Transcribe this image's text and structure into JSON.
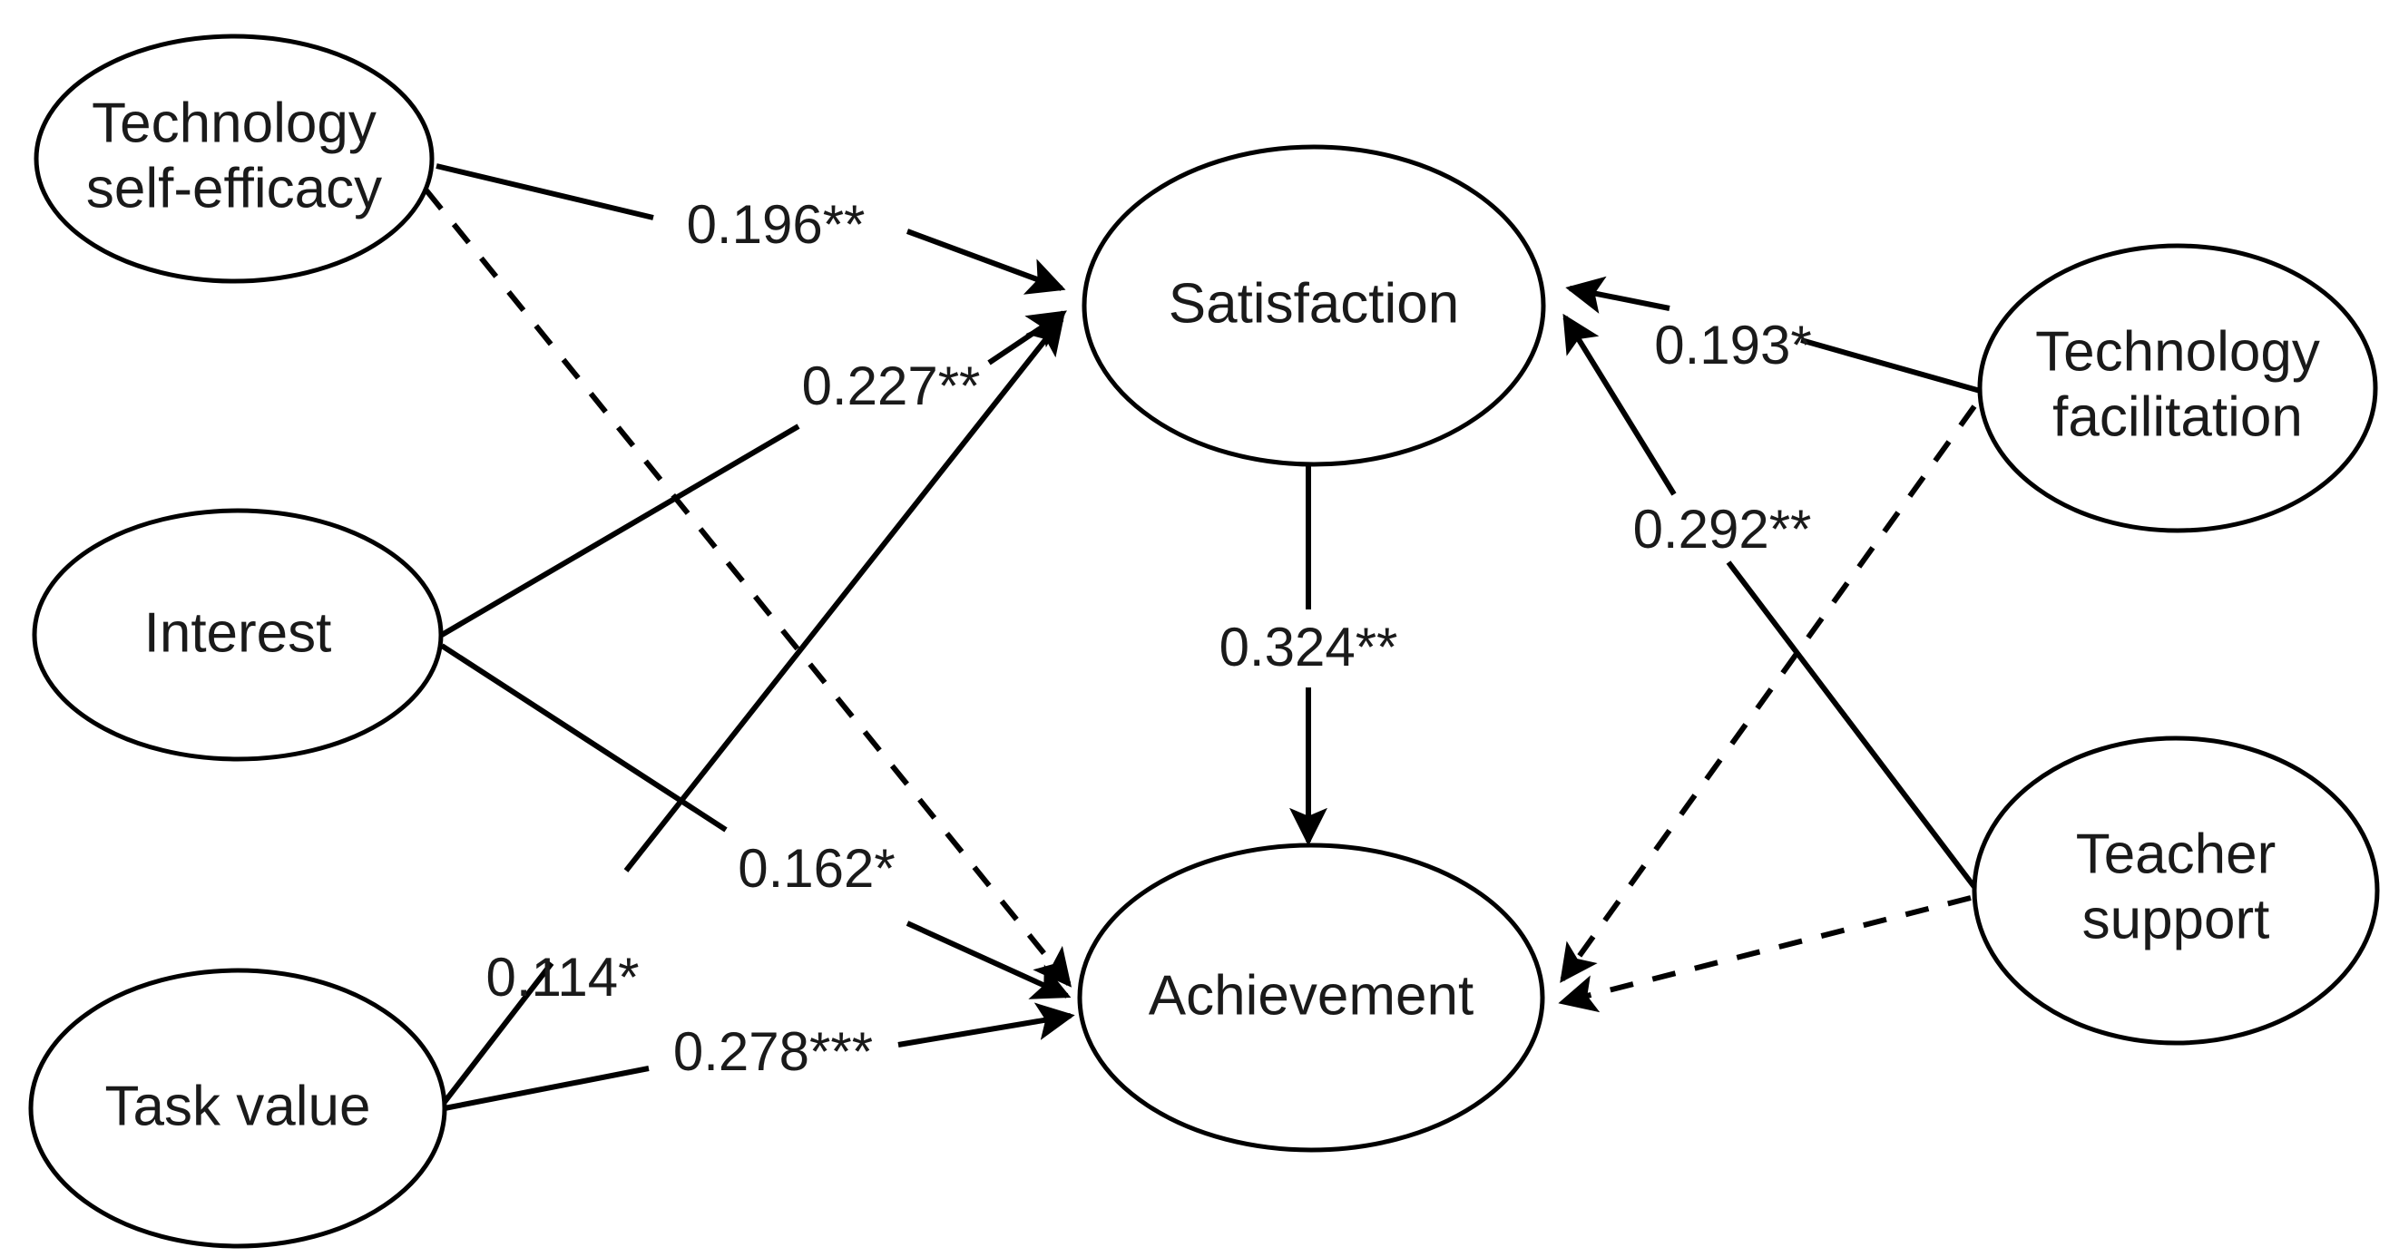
{
  "diagram": {
    "type": "structural-equation-model-path-diagram",
    "background_color": "#ffffff",
    "line_color": "#000000",
    "text_color": "#1a1a1a"
  },
  "nodes": {
    "technology_self_efficacy": {
      "line1": "Technology",
      "line2": "self-efficacy"
    },
    "interest": {
      "line1": "Interest"
    },
    "task_value": {
      "line1": "Task value"
    },
    "satisfaction": {
      "line1": "Satisfaction"
    },
    "achievement": {
      "line1": "Achievement"
    },
    "technology_facilitation": {
      "line1": "Technology",
      "line2": "facilitation"
    },
    "teacher_support": {
      "line1": "Teacher",
      "line2": "support"
    }
  },
  "edges": {
    "tse_satisfaction": {
      "label": "0.196**",
      "from": "Technology self-efficacy",
      "to": "Satisfaction",
      "style": "solid",
      "coefficient": 0.196,
      "significance": "**"
    },
    "tse_achievement": {
      "label": "",
      "from": "Technology self-efficacy",
      "to": "Achievement",
      "style": "dashed",
      "coefficient": null,
      "significance": ""
    },
    "interest_satisfaction": {
      "label": "0.227**",
      "from": "Interest",
      "to": "Satisfaction",
      "style": "solid",
      "coefficient": 0.227,
      "significance": "**"
    },
    "interest_achievement": {
      "label": "0.162*",
      "from": "Interest",
      "to": "Achievement",
      "style": "solid",
      "coefficient": 0.162,
      "significance": "*"
    },
    "taskvalue_satisfaction": {
      "label": "0.114*",
      "from": "Task value",
      "to": "Satisfaction",
      "style": "solid",
      "coefficient": 0.114,
      "significance": "*"
    },
    "taskvalue_achievement": {
      "label": "0.278***",
      "from": "Task value",
      "to": "Achievement",
      "style": "solid",
      "coefficient": 0.278,
      "significance": "***"
    },
    "satisfaction_achievement": {
      "label": "0.324**",
      "from": "Satisfaction",
      "to": "Achievement",
      "style": "solid",
      "coefficient": 0.324,
      "significance": "**"
    },
    "techfacil_satisfaction": {
      "label": "0.193*",
      "from": "Technology facilitation",
      "to": "Satisfaction",
      "style": "solid",
      "coefficient": 0.193,
      "significance": "*"
    },
    "techfacil_achievement": {
      "label": "",
      "from": "Technology facilitation",
      "to": "Achievement",
      "style": "dashed",
      "coefficient": null,
      "significance": ""
    },
    "teachersupport_satisfaction": {
      "label": "0.292**",
      "from": "Teacher support",
      "to": "Satisfaction",
      "style": "solid",
      "coefficient": 0.292,
      "significance": "**"
    },
    "teachersupport_achievement": {
      "label": "",
      "from": "Teacher support",
      "to": "Achievement",
      "style": "dashed",
      "coefficient": null,
      "significance": ""
    }
  }
}
